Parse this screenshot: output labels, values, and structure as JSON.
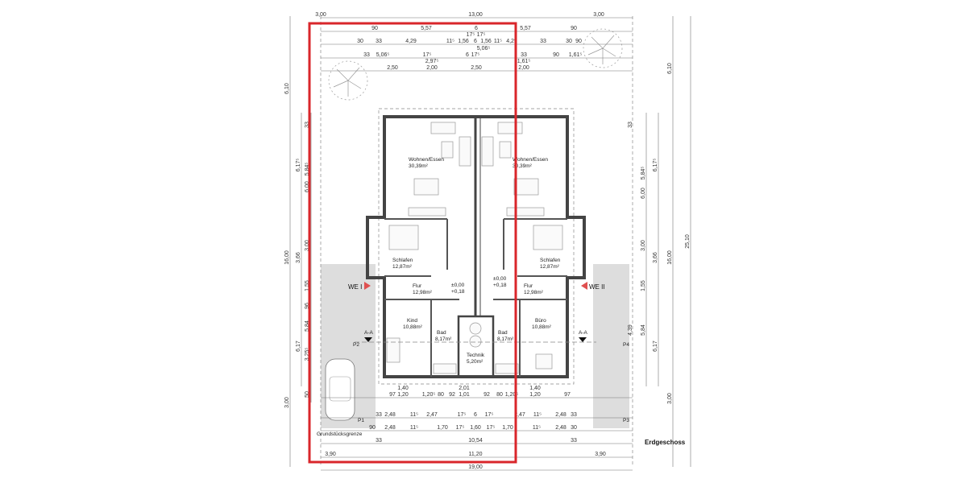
{
  "plan": {
    "title": "Erdgeschoss",
    "boundary_label": "Grundstücksgrenze",
    "rooms": [
      {
        "name": "Wohnen/Essen",
        "area": "30,39m²"
      },
      {
        "name": "Wohnen/Essen",
        "area": "30,39m²"
      },
      {
        "name": "Schlafen",
        "area": "12,87m²"
      },
      {
        "name": "Schlafen",
        "area": "12,87m²"
      },
      {
        "name": "Flur",
        "area": "12,98m²"
      },
      {
        "name": "Flur",
        "area": "12,98m²"
      },
      {
        "name": "Kind",
        "area": "10,88m²"
      },
      {
        "name": "Bad",
        "area": "8,17m²"
      },
      {
        "name": "Technik",
        "area": "5,20m²"
      },
      {
        "name": "Bad",
        "area": "8,17m²"
      },
      {
        "name": "Büro",
        "area": "10,88m²"
      }
    ],
    "entrances": [
      "WE I",
      "WE II"
    ],
    "section": "A-A",
    "parking": [
      "P1",
      "P2",
      "P3",
      "P4"
    ],
    "levels": [
      "±0,00",
      "+0,18"
    ],
    "dimensions_top": [
      "3,00",
      "13,00",
      "3,00",
      "90",
      "5,57",
      "6",
      "5,57",
      "90",
      "30",
      "33",
      "4,29",
      "11⁵",
      "1,56",
      "17⁵",
      "6",
      "17⁵",
      "1,56",
      "11⁵",
      "4,29",
      "33",
      "30",
      "90",
      "33",
      "5,06⁵",
      "17⁵",
      "6",
      "17⁵",
      "5,06⁵",
      "33",
      "90",
      "1,61⁵",
      "2,50",
      "2,00",
      "2,97⁵",
      "2,50",
      "2,00",
      "1,61⁵"
    ],
    "dimensions_bottom": [
      "97",
      "1,20",
      "1,40",
      "1,20⁵",
      "80",
      "92",
      "1,01",
      "2,01",
      "92",
      "80",
      "1,20⁵",
      "1,20",
      "1,40",
      "97",
      "33",
      "2,48",
      "11⁵",
      "2,47",
      "17⁵",
      "6",
      "17⁵",
      "2,47",
      "11⁵",
      "2,48",
      "33",
      "90",
      "2,48",
      "11⁵",
      "1,70",
      "17⁵",
      "1,60",
      "17⁵",
      "1,70",
      "11⁵",
      "2,48",
      "30",
      "33",
      "10,54",
      "33",
      "3,90",
      "11,20",
      "3,90",
      "19,00"
    ],
    "dimensions_left": [
      "6,10",
      "16,00",
      "3,00",
      "6,17⁵",
      "3,66",
      "6,17",
      "33",
      "5,84⁵",
      "6,00",
      "3,00",
      "1,55",
      "96",
      "5,84",
      "3,25⁵",
      "50"
    ],
    "dimensions_right": [
      "6,10",
      "25,10",
      "16,00",
      "3,00",
      "6,17⁵",
      "3,66",
      "6,17",
      "5,84⁵",
      "6,00",
      "3,00",
      "1,55",
      "5,84",
      "4,39",
      "33"
    ],
    "highlight_color": "#d9262b"
  }
}
